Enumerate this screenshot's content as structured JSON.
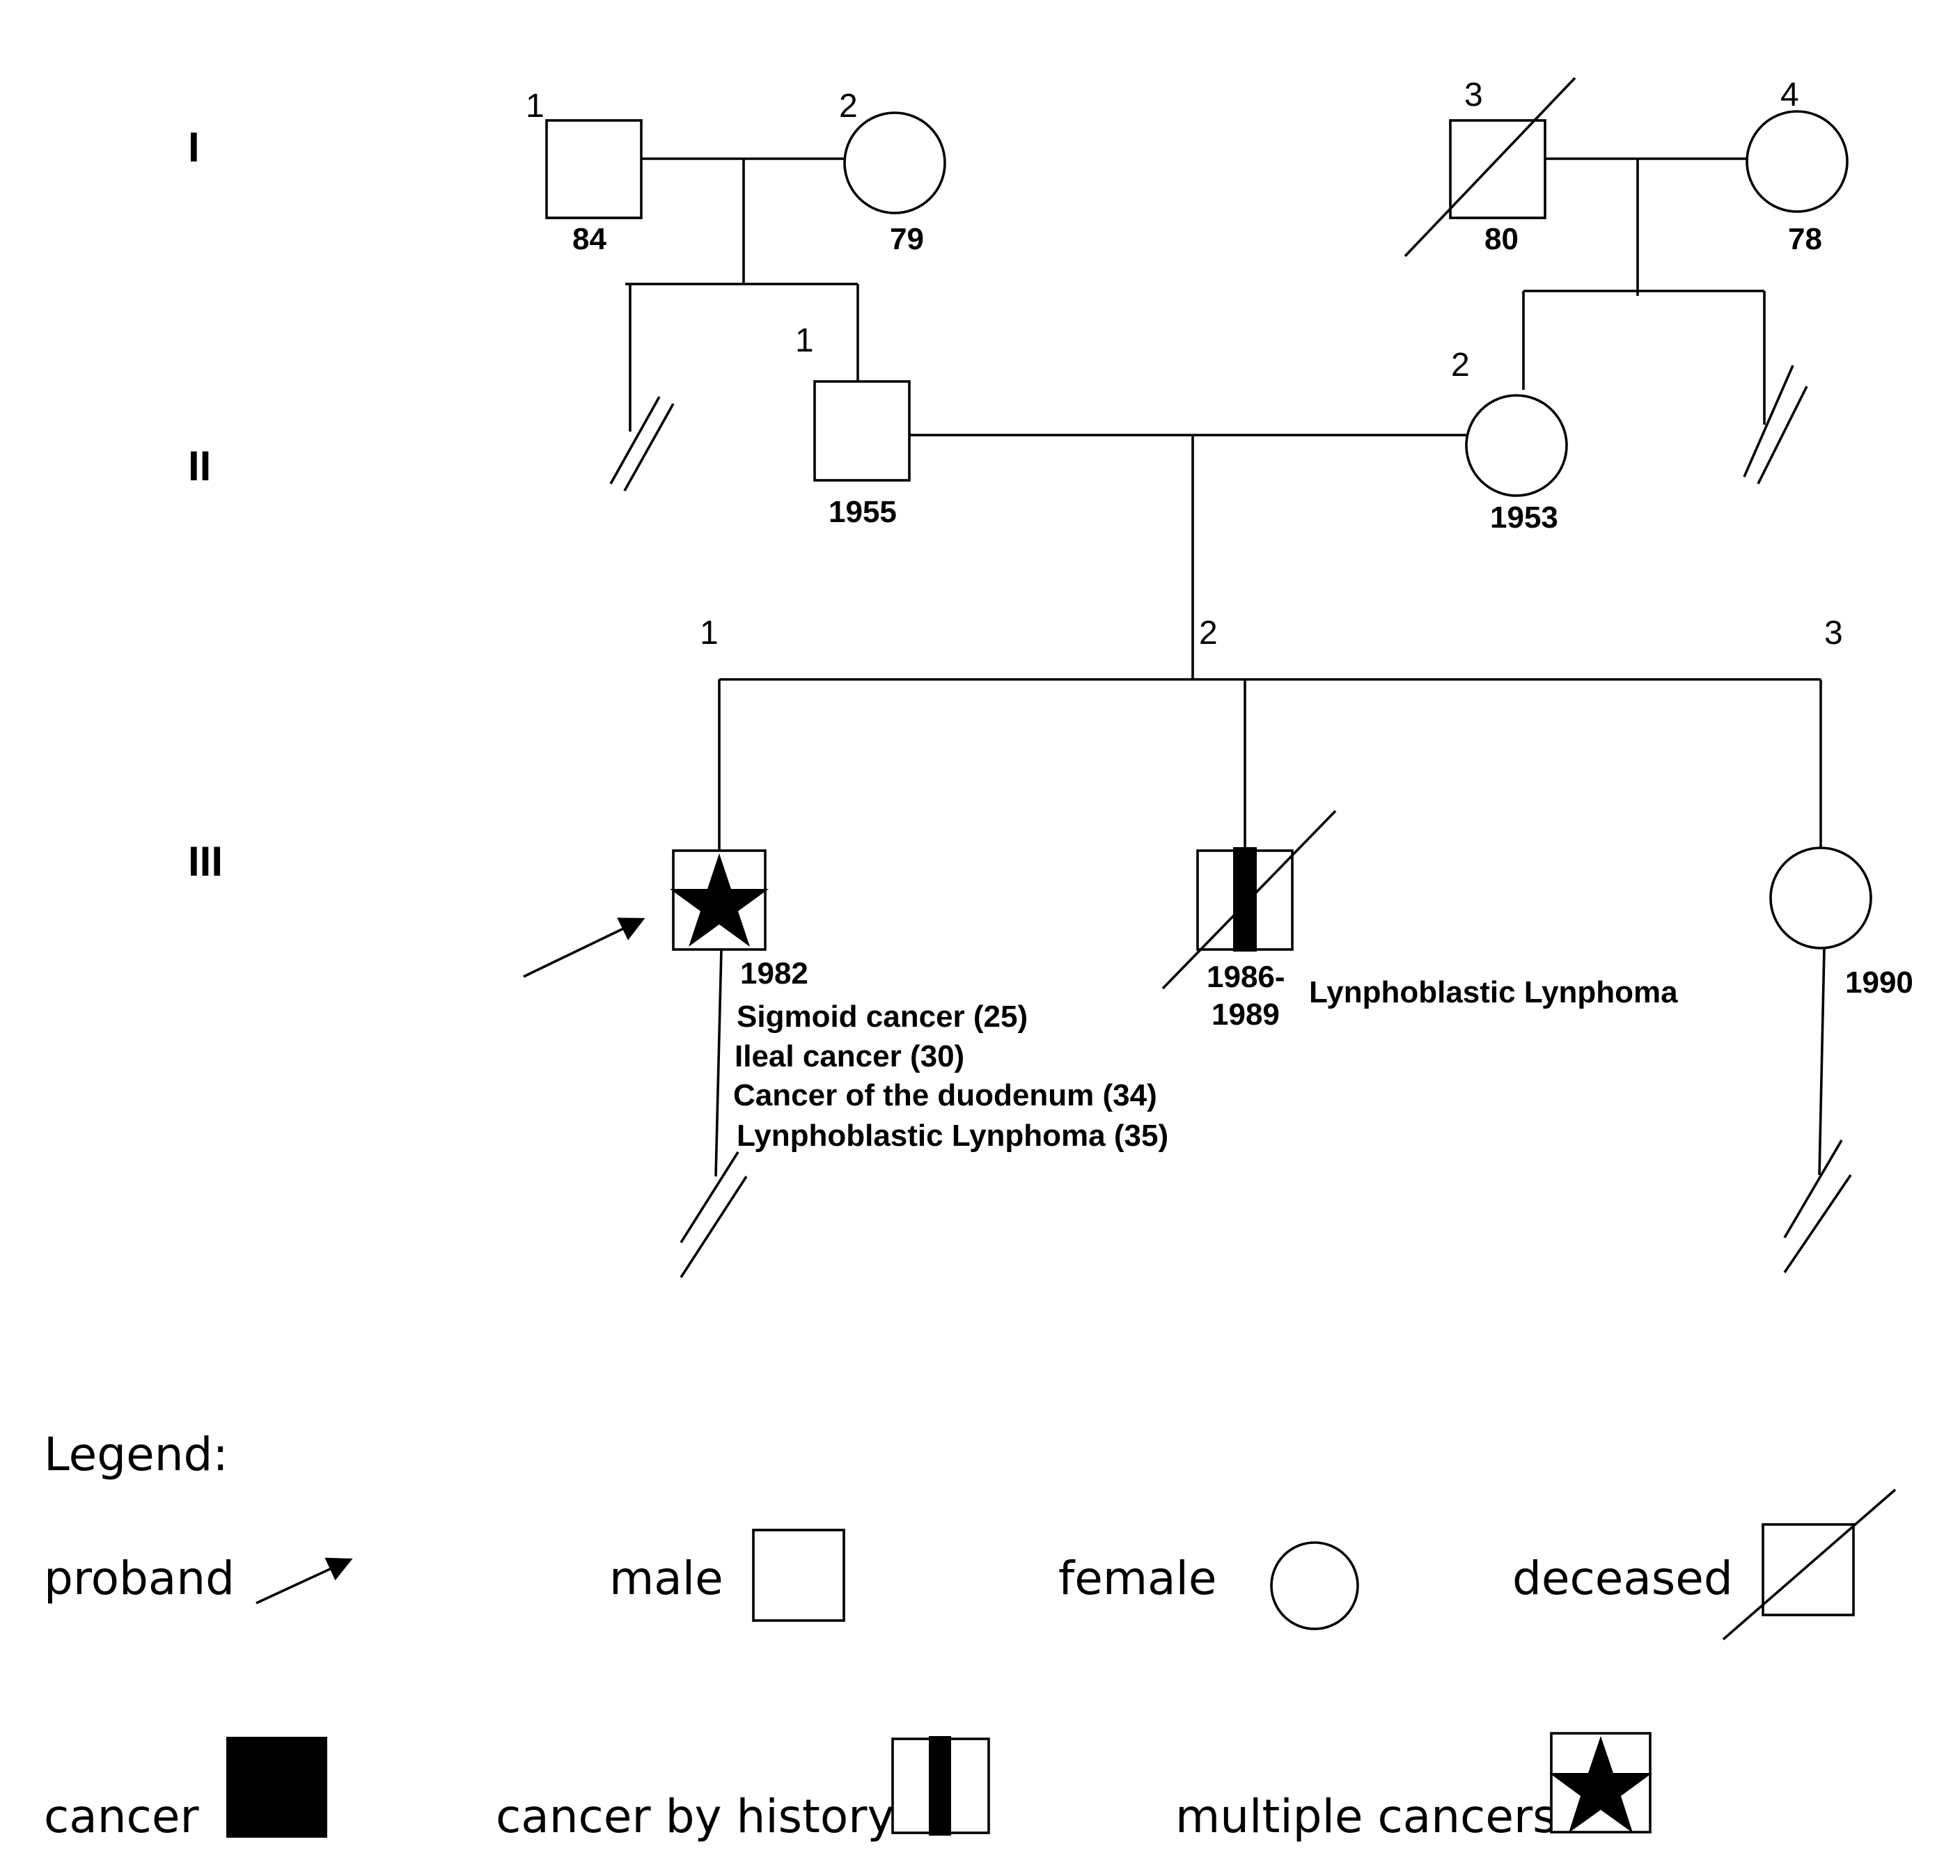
{
  "generations": [
    "I",
    "II",
    "III"
  ],
  "individuals": {
    "I1": {
      "number": "1",
      "sex": "male",
      "label": "84"
    },
    "I2": {
      "number": "2",
      "sex": "female",
      "label": "79"
    },
    "I3": {
      "number": "3",
      "sex": "male",
      "deceased": true,
      "label": "80"
    },
    "I4": {
      "number": "4",
      "sex": "female",
      "label": "78"
    },
    "II1": {
      "number": "1",
      "sex": "male",
      "label": "1955"
    },
    "II2": {
      "number": "2",
      "sex": "female",
      "label": "1953"
    },
    "III1": {
      "number": "1",
      "sex": "male",
      "status": "multiple cancers",
      "proband": true,
      "label": "1982",
      "diagnoses": [
        "Sigmoid cancer (25)",
        "Ileal cancer (30)",
        "Cancer of the duodenum (34)",
        "Lynphoblastic  Lynphoma (35)"
      ]
    },
    "III2": {
      "number": "2",
      "sex": "male",
      "status": "cancer by history",
      "deceased": true,
      "label_line1": "1986-",
      "label_line2": "1989",
      "diagnosis": "Lynphoblastic  Lynphoma"
    },
    "III3": {
      "number": "3",
      "sex": "female",
      "label": "1990"
    }
  },
  "legend": {
    "title": "Legend:",
    "proband": "proband",
    "male": "male",
    "female": "female",
    "deceased": "deceased",
    "cancer": "cancer",
    "cancer_by_history": "cancer by history",
    "multiple_cancers": "multiple cancers"
  }
}
